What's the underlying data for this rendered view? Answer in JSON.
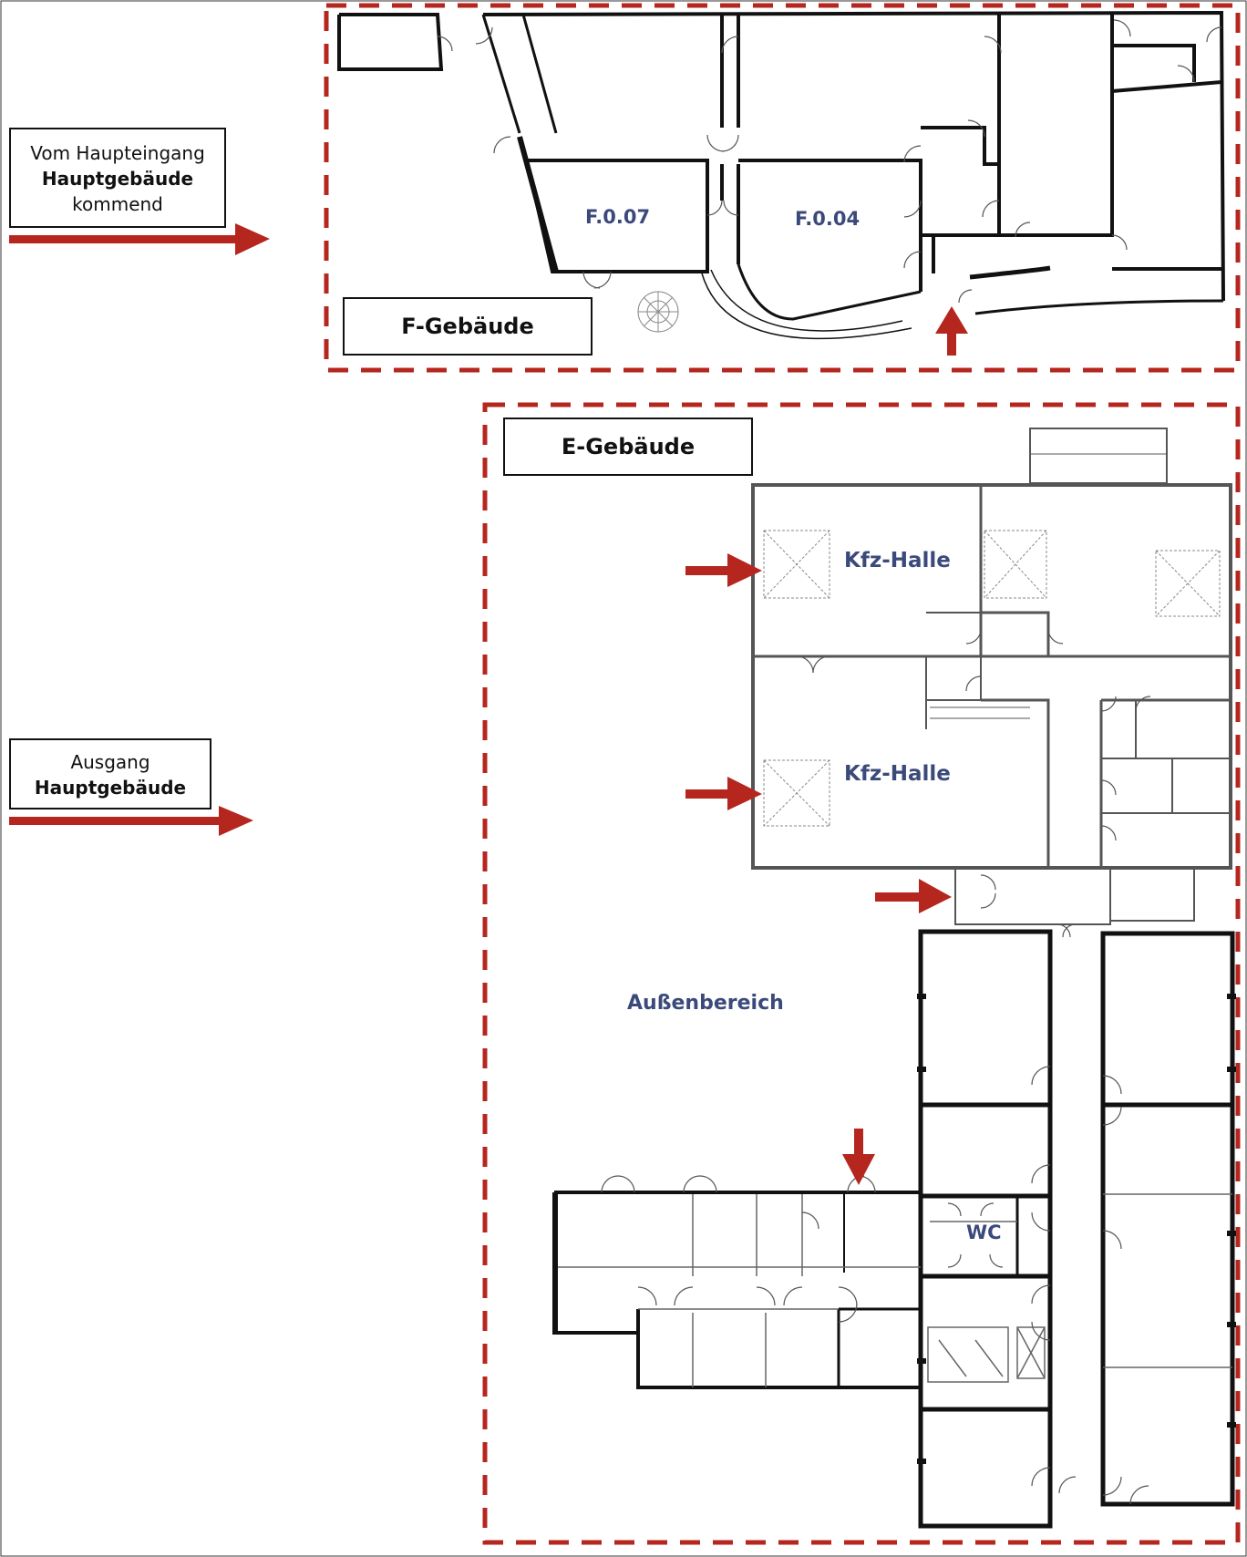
{
  "labels": {
    "entrance_line1": "Vom Haupteingang",
    "entrance_line2": "Hauptgebäude",
    "entrance_line3": "kommend",
    "exit_line1": "Ausgang",
    "exit_line2": "Hauptgebäude",
    "f_building": "F-Gebäude",
    "e_building": "E-Gebäude"
  },
  "rooms": {
    "f007": "F.0.07",
    "f004": "F.0.04",
    "kfz_halle_1": "Kfz-Halle",
    "kfz_halle_2": "Kfz-Halle",
    "aussenbereich": "Außenbereich",
    "wc": "WC"
  },
  "colors": {
    "arrow": "#b5261e",
    "zone_border": "#b5261e",
    "room_text": "#3b4a7a",
    "wall": "#111111"
  }
}
